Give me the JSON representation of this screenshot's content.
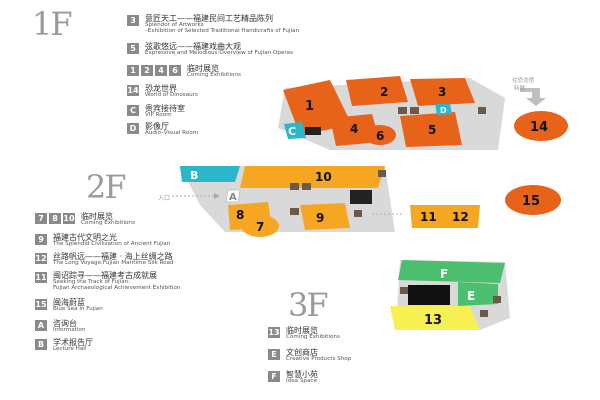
{
  "floors": {
    "f1": "1F",
    "f2": "2F",
    "f3": "3F"
  },
  "colors": {
    "orange": "#f07a1a",
    "orange_dark": "#e8631a",
    "amber": "#f5a623",
    "cyan": "#2bb6c9",
    "green": "#4cbf6e",
    "yellow": "#f7f053",
    "gray": "#d9d9d9",
    "badge": "#8a8a8a"
  },
  "legend_1f": [
    {
      "badges": [
        "3"
      ],
      "title": "意匠天工——福建民间工艺精品陈列",
      "subs": [
        "Splendor of Artworks",
        "–Exhibition of Selected Traditional Handicrafts of Fujian"
      ]
    },
    {
      "badges": [
        "5"
      ],
      "title": "弦歌悠远——福建戏曲大观",
      "subs": [
        "Expressive and Melodious:Overview of Fujian Operas"
      ]
    },
    {
      "badges": [
        "1",
        "2",
        "4",
        "6"
      ],
      "title": "临时展览",
      "subs": [
        "Coming Exhibitions"
      ]
    },
    {
      "badges": [
        "14"
      ],
      "title": "恐龙世界",
      "subs": [
        "World of Dinosaurs"
      ]
    },
    {
      "badges": [
        "C"
      ],
      "title": "贵宾接待室",
      "subs": [
        "VIP Room"
      ]
    },
    {
      "badges": [
        "D"
      ],
      "title": "影像厅",
      "subs": [
        "Audio–Visual Room"
      ]
    }
  ],
  "legend_2f": [
    {
      "badges": [
        "7",
        "8",
        "10"
      ],
      "title": "临时展览",
      "subs": [
        "Coming Exhibitions"
      ]
    },
    {
      "badges": [
        "9"
      ],
      "title": "福建古代文明之光",
      "subs": [
        "The Splendid Civilization of Ancient Fujian"
      ]
    },
    {
      "badges": [
        "12"
      ],
      "title": "丝路帆远——福建 · 海上丝绸之路",
      "subs": [
        "The Long Voyage:Fujian Maritime Silk Road"
      ]
    },
    {
      "badges": [
        "11"
      ],
      "title": "闽诏踪寻——福建考古成就展",
      "subs": [
        "Seeking the Track of Fujian:",
        "Fujian Archaeological Achievement Exhibition"
      ]
    },
    {
      "badges": [
        "15"
      ],
      "title": "闽海蔚蓝",
      "subs": [
        "Blue Sea in Fujian"
      ]
    },
    {
      "badges": [
        "A"
      ],
      "title": "咨询台",
      "subs": [
        "Information"
      ]
    },
    {
      "badges": [
        "B"
      ],
      "title": "学术报告厅",
      "subs": [
        "Lecture Hall"
      ]
    }
  ],
  "legend_3f": [
    {
      "badges": [
        "13"
      ],
      "title": "临时展览",
      "subs": [
        "Coming Exhibitions"
      ]
    },
    {
      "badges": [
        "E"
      ],
      "title": "文创商店",
      "subs": [
        "Creative Products Shop"
      ]
    },
    {
      "badges": [
        "F"
      ],
      "title": "智慧小苑",
      "subs": [
        "Idea Space"
      ]
    }
  ],
  "map_1f": {
    "halls": [
      "1",
      "2",
      "3",
      "4",
      "5",
      "6",
      "14"
    ],
    "letters": [
      "C",
      "D"
    ],
    "arrow_label": "往恐龙馆",
    "arrow_label_2": "特展"
  },
  "map_2f": {
    "halls": [
      "7",
      "8",
      "9",
      "10",
      "11",
      "12",
      "15"
    ],
    "letters": [
      "A",
      "B"
    ],
    "entrance": "入口"
  },
  "map_3f": {
    "halls": [
      "13"
    ],
    "letters": [
      "E",
      "F"
    ]
  }
}
